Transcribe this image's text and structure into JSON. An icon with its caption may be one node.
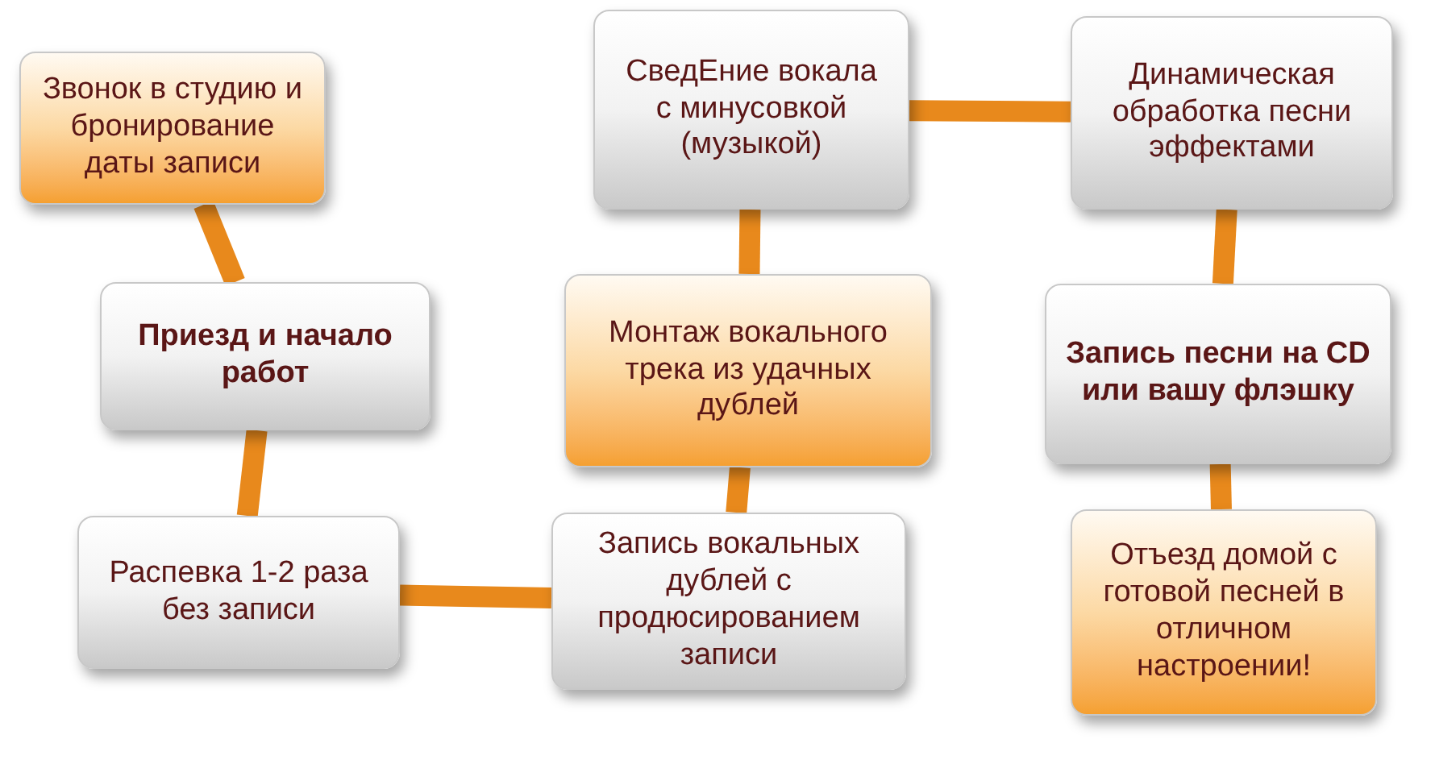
{
  "diagram": {
    "nodes": [
      {
        "text": [
          "Звонок в студию и бронирование даты записи"
        ]
      },
      {
        "text": [
          "Приезд и начало работ"
        ]
      },
      {
        "text": [
          "Распевка 1-2 раза без записи"
        ]
      },
      {
        "text": [
          "Запись вокальных дублей с продюсированием записи"
        ]
      },
      {
        "text": [
          "Монтаж вокального трека из удачных дублей"
        ]
      },
      {
        "text": [
          "СведЕние вокала с минусовкой (музыкой)"
        ]
      },
      {
        "text": [
          "Динамическая обработка песни эффектами"
        ]
      },
      {
        "text": [
          "Запись песни на CD или вашу флэшку"
        ]
      },
      {
        "text": [
          "Отъезд домой с готовой песней в отличном настроении!"
        ]
      }
    ],
    "edges": [
      {
        "from": 0,
        "to": 1,
        "arrow": "none"
      },
      {
        "from": 1,
        "to": 2,
        "arrow": "none"
      },
      {
        "from": 2,
        "to": 3,
        "arrow": "none"
      },
      {
        "from": 3,
        "to": 4,
        "arrow": "none"
      },
      {
        "from": 4,
        "to": 5,
        "arrow": "none"
      },
      {
        "from": 5,
        "to": 6,
        "arrow": "none"
      },
      {
        "from": 6,
        "to": 7,
        "arrow": "none"
      },
      {
        "from": 7,
        "to": 8,
        "arrow": "none"
      }
    ]
  }
}
